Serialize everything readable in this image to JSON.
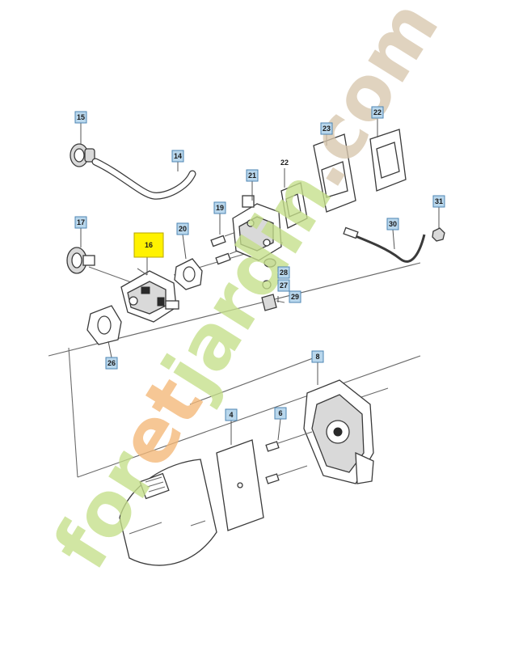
{
  "diagram": {
    "callouts": [
      {
        "id": "15",
        "label": "15",
        "highlight": false
      },
      {
        "id": "14",
        "label": "14",
        "highlight": false
      },
      {
        "id": "17",
        "label": "17",
        "highlight": false
      },
      {
        "id": "16",
        "label": "16",
        "highlight": true
      },
      {
        "id": "20",
        "label": "20",
        "highlight": false
      },
      {
        "id": "26",
        "label": "26",
        "highlight": false
      },
      {
        "id": "19",
        "label": "19",
        "highlight": false
      },
      {
        "id": "21",
        "label": "21",
        "highlight": false
      },
      {
        "id": "22",
        "label": "22",
        "highlight": false,
        "boxed": false
      },
      {
        "id": "23",
        "label": "23",
        "highlight": false
      },
      {
        "id": "22b",
        "label": "22",
        "highlight": false
      },
      {
        "id": "28",
        "label": "28",
        "highlight": false
      },
      {
        "id": "27",
        "label": "27",
        "highlight": false
      },
      {
        "id": "29",
        "label": "29",
        "highlight": false
      },
      {
        "id": "30",
        "label": "30",
        "highlight": false
      },
      {
        "id": "31",
        "label": "31",
        "highlight": false
      },
      {
        "id": "8",
        "label": "8",
        "highlight": false
      },
      {
        "id": "6",
        "label": "6",
        "highlight": false
      },
      {
        "id": "4",
        "label": "4",
        "highlight": false
      }
    ],
    "highlight_color": "#fff200",
    "callout_color": "#b9d7ec"
  },
  "watermark": {
    "part1": "for",
    "part2": "et",
    "part3": "jardin",
    "part4": ".com",
    "green": "#c5df8a",
    "orange": "#f4b878",
    "brown": "#d8c7ae"
  }
}
